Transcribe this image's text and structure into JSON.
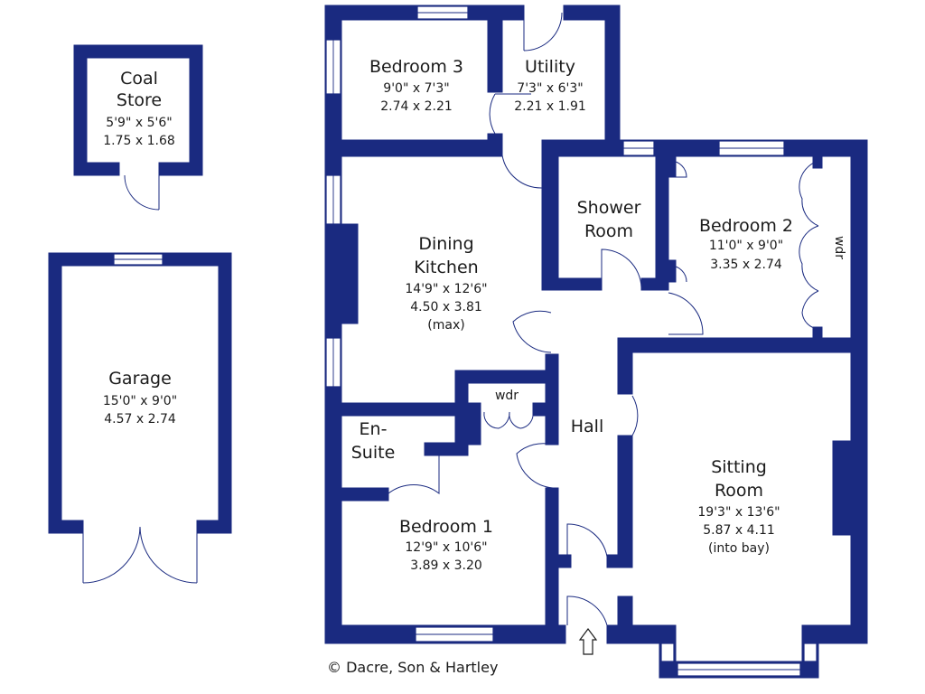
{
  "rooms": {
    "coal_store": {
      "name1": "Coal",
      "name2": "Store",
      "imperial": "5'9\"  x  5'6\"",
      "metric": "1.75  x  1.68"
    },
    "garage": {
      "name": "Garage",
      "imperial": "15'0\"  x  9'0\"",
      "metric": "4.57  x  2.74"
    },
    "bedroom3": {
      "name": "Bedroom 3",
      "imperial": "9'0\"  x  7'3\"",
      "metric": "2.74  x  2.21"
    },
    "utility": {
      "name": "Utility",
      "imperial": "7'3\"  x  6'3\"",
      "metric": "2.21  x  1.91"
    },
    "dining_kitchen": {
      "name1": "Dining",
      "name2": "Kitchen",
      "imperial": "14'9\"  x  12'6\"",
      "metric": "4.50  x  3.81",
      "note": "(max)"
    },
    "shower_room": {
      "name1": "Shower",
      "name2": "Room"
    },
    "bedroom2": {
      "name": "Bedroom 2",
      "imperial": "11'0\"  x  9'0\"",
      "metric": "3.35  x  2.74",
      "wardrobe": "wdr"
    },
    "wardrobe_hall": {
      "name": "wdr"
    },
    "hall": {
      "name": "Hall"
    },
    "ensuite": {
      "name1": "En-",
      "name2": "Suite"
    },
    "bedroom1": {
      "name": "Bedroom 1",
      "imperial": "12'9\"  x  10'6\"",
      "metric": "3.89  x  3.20"
    },
    "sitting_room": {
      "name1": "Sitting",
      "name2": "Room",
      "imperial": "19'3\"  x  13'6\"",
      "metric": "5.87  x  4.11",
      "note": "(into bay)"
    }
  },
  "copyright": "© Dacre, Son & Hartley",
  "colors": {
    "wall": "#1a2a80",
    "background": "#ffffff",
    "text": "#1b1b1b"
  },
  "icons": {
    "entrance": "entrance-arrow-icon"
  }
}
